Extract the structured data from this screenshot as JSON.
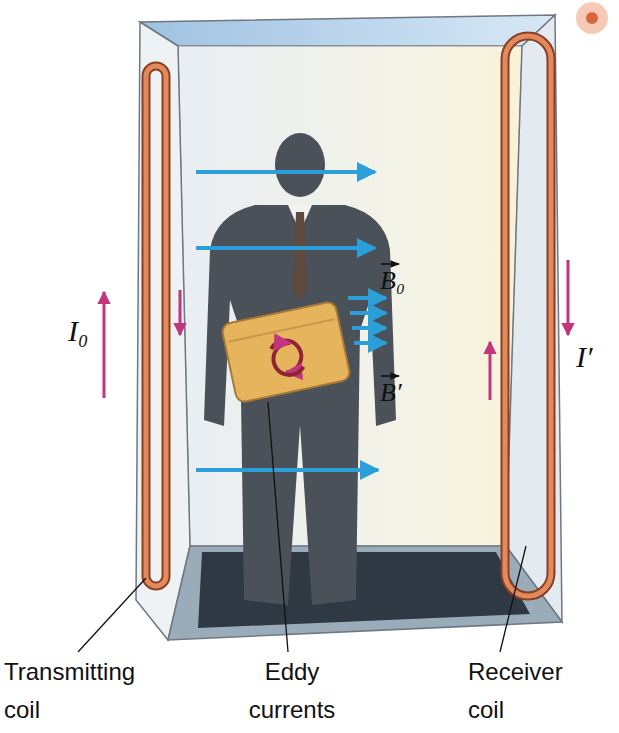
{
  "diagram": {
    "labels": [
      "I₀",
      "B₀",
      "B′",
      "I′",
      "Transmitting coil",
      "Eddy currents",
      "Receiver coil"
    ]
  }
}
